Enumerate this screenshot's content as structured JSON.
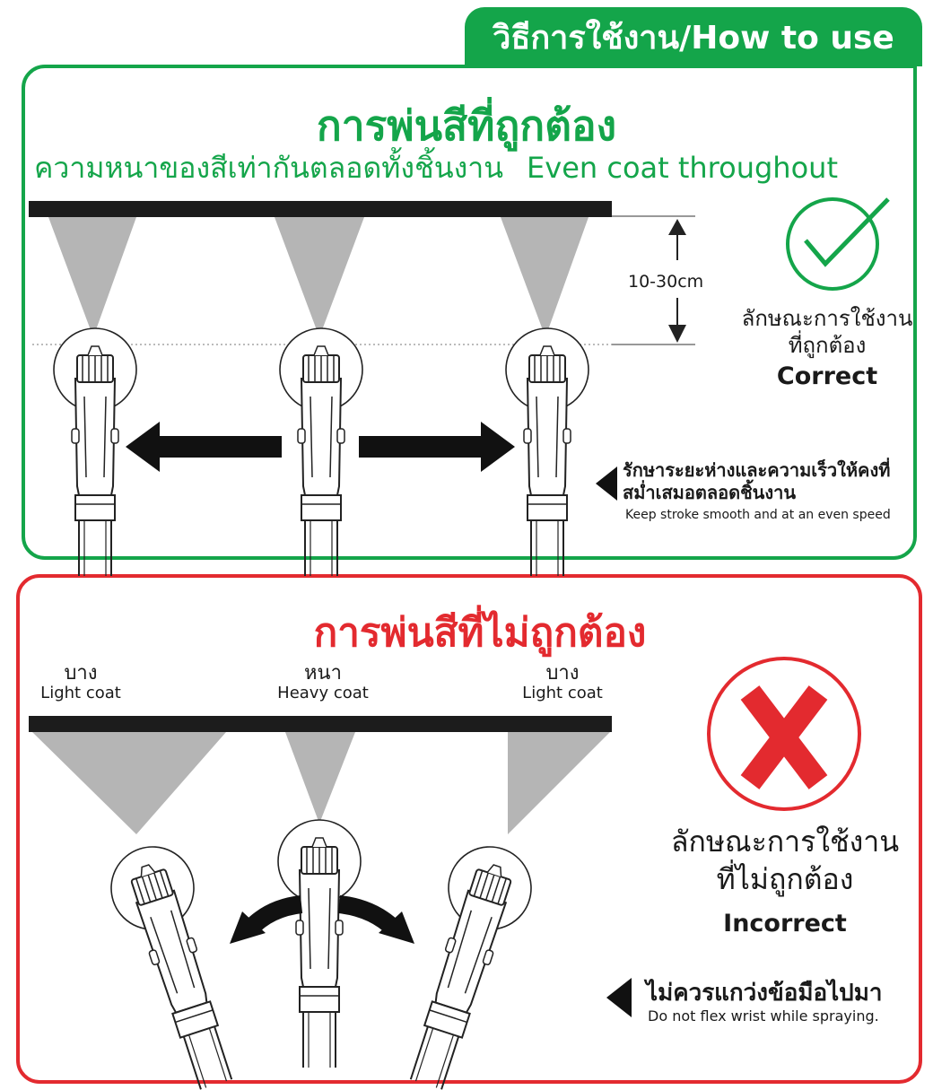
{
  "header": {
    "tab_label": "วิธีการใช้งาน/How to use"
  },
  "correct": {
    "title": "การพ่นสีที่ถูกต้อง",
    "subtitle_th": "ความหนาของสีเท่ากันตลอดทั้งชิ้นงาน",
    "subtitle_en": "Even coat throughout",
    "distance_label": "10-30cm",
    "status_th_line1": "ลักษณะการใช้งาน",
    "status_th_line2": "ที่ถูกต้อง",
    "status_en": "Correct",
    "tip_th_line1": "รักษาระยะห่างและความเร็วให้คงที่",
    "tip_th_line2": "สม่ำเสมอตลอดชิ้นงาน",
    "tip_en": "Keep stroke smooth and at an even speed"
  },
  "incorrect": {
    "title": "การพ่นสีที่ไม่ถูกต้อง",
    "coats": [
      {
        "th": "บาง",
        "en": "Light coat"
      },
      {
        "th": "หนา",
        "en": "Heavy coat"
      },
      {
        "th": "บาง",
        "en": "Light coat"
      }
    ],
    "status_th_line1": "ลักษณะการใช้งาน",
    "status_th_line2": "ที่ไม่ถูกต้อง",
    "status_en": "Incorrect",
    "tip_th": "ไม่ควรแกว่งข้อมือไปมา",
    "tip_en": "Do not flex wrist while spraying."
  },
  "colors": {
    "green": "#14a54a",
    "red": "#e32a2f",
    "spray_gray": "#b5b5b5"
  },
  "icons": [
    "check-circle-icon",
    "x-circle-icon",
    "arrow-left-icon",
    "arrow-right-icon",
    "curved-arrow-icon",
    "triangle-pointer-icon",
    "spray-can-icon"
  ]
}
